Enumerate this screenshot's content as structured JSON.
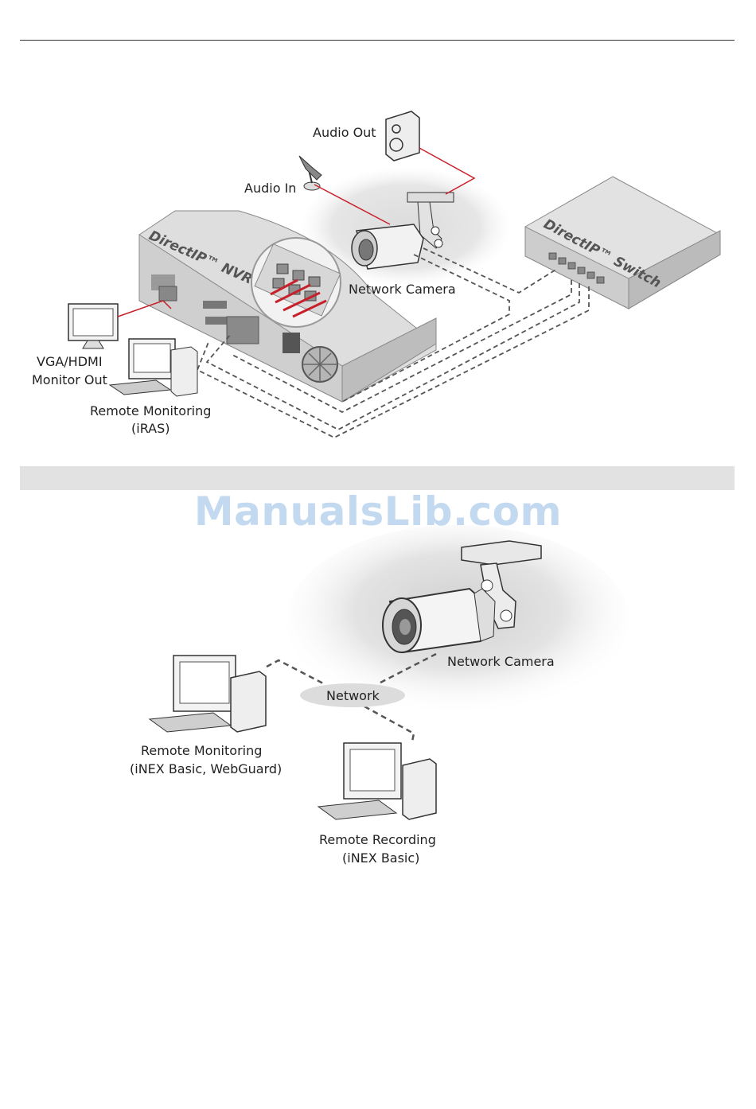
{
  "watermark": "ManualsLib.com",
  "diagram1": {
    "audio_out": "Audio Out",
    "audio_in": "Audio In",
    "network_camera": "Network Camera",
    "nvr_brand": "DirectIP™ NVR",
    "switch_brand": "DirectIP™ Switch",
    "monitor_out_line1": "VGA/HDMI",
    "monitor_out_line2": "Monitor Out",
    "remote_monitoring_line1": "Remote Monitoring",
    "remote_monitoring_line2": "(iRAS)"
  },
  "diagram2": {
    "network_camera": "Network Camera",
    "network": "Network",
    "remote_monitoring_line1": "Remote Monitoring",
    "remote_monitoring_line2": "(iNEX Basic, WebGuard)",
    "remote_recording_line1": "Remote Recording",
    "remote_recording_line2": "(iNEX Basic)"
  },
  "colors": {
    "cable_red": "#c8202a",
    "network_dash": "#555555",
    "section_bar": "#e2e2e2"
  }
}
